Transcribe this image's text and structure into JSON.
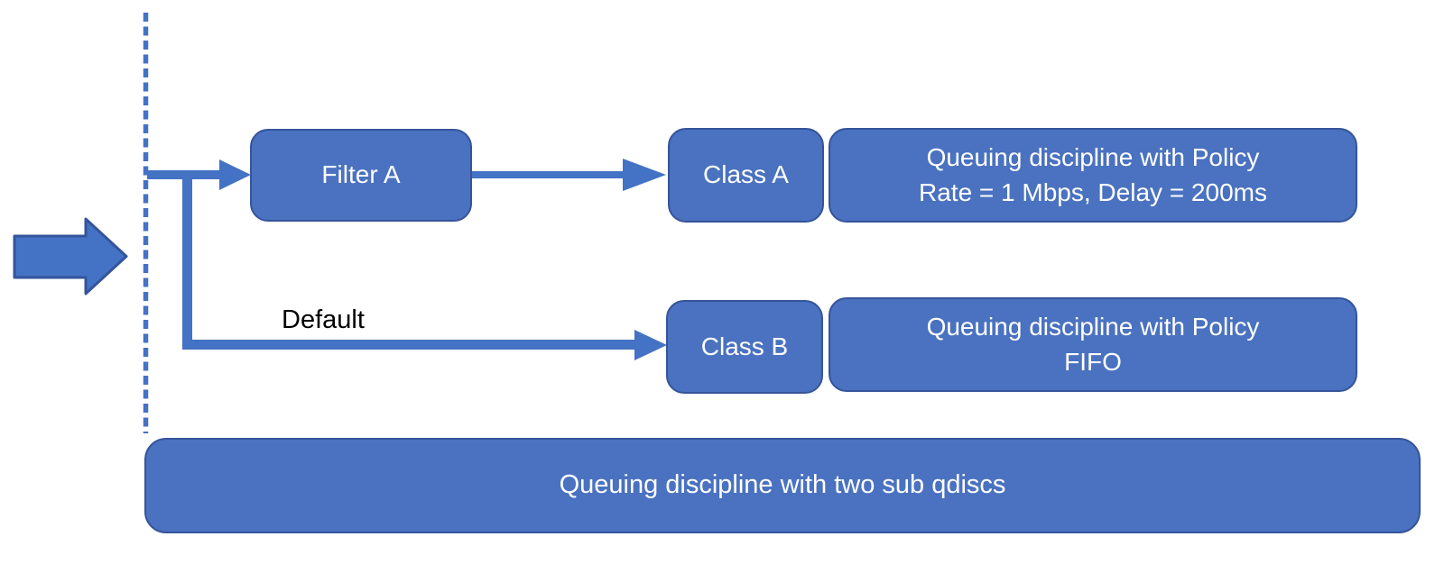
{
  "colors": {
    "node_fill": "#4a72c0",
    "node_border": "#35549b",
    "node_text": "#ffffff",
    "connector": "#4472c4",
    "default_label_text": "#000000"
  },
  "nodes": {
    "filter_a": {
      "label": "Filter A"
    },
    "class_a": {
      "label": "Class A"
    },
    "qdisc_a": {
      "line1": "Queuing discipline with Policy",
      "line2": "Rate = 1 Mbps, Delay = 200ms"
    },
    "class_b": {
      "label": "Class B"
    },
    "qdisc_b": {
      "line1": "Queuing discipline with Policy",
      "line2": "FIFO"
    },
    "root_qdisc": {
      "label": "Queuing discipline with two sub qdiscs"
    }
  },
  "labels": {
    "default_branch": "Default"
  }
}
